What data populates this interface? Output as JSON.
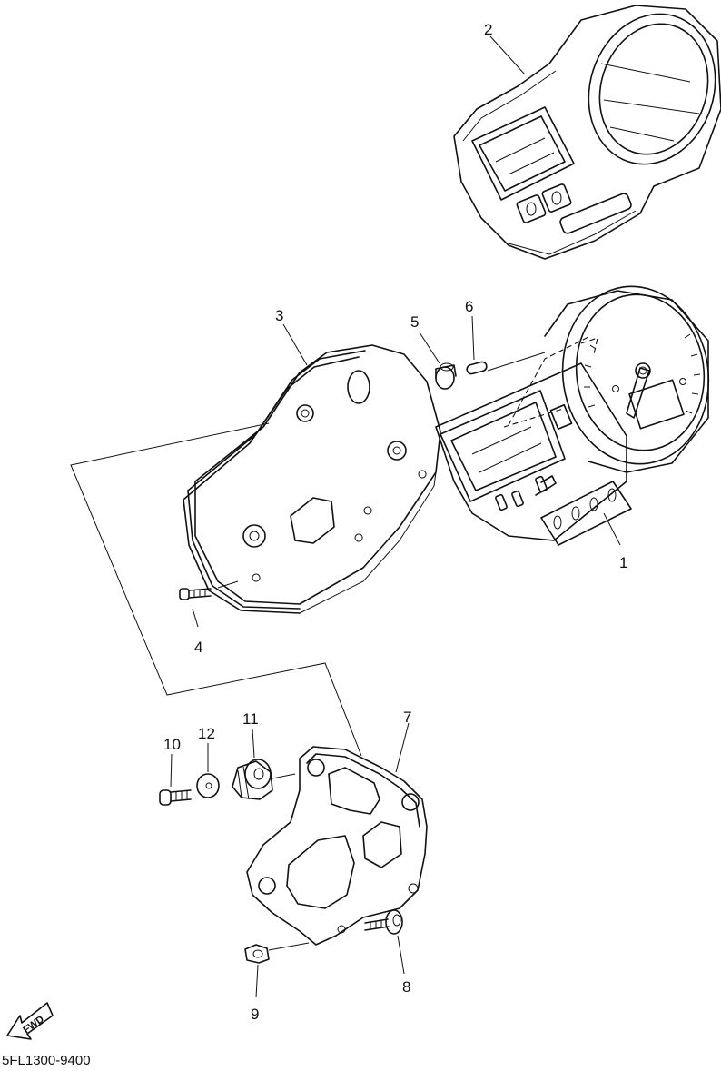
{
  "callouts": [
    "1",
    "2",
    "3",
    "4",
    "5",
    "6",
    "7",
    "8",
    "9",
    "10",
    "11",
    "12"
  ],
  "direction_label": "FWD",
  "part_code": "5FL1300-9400"
}
